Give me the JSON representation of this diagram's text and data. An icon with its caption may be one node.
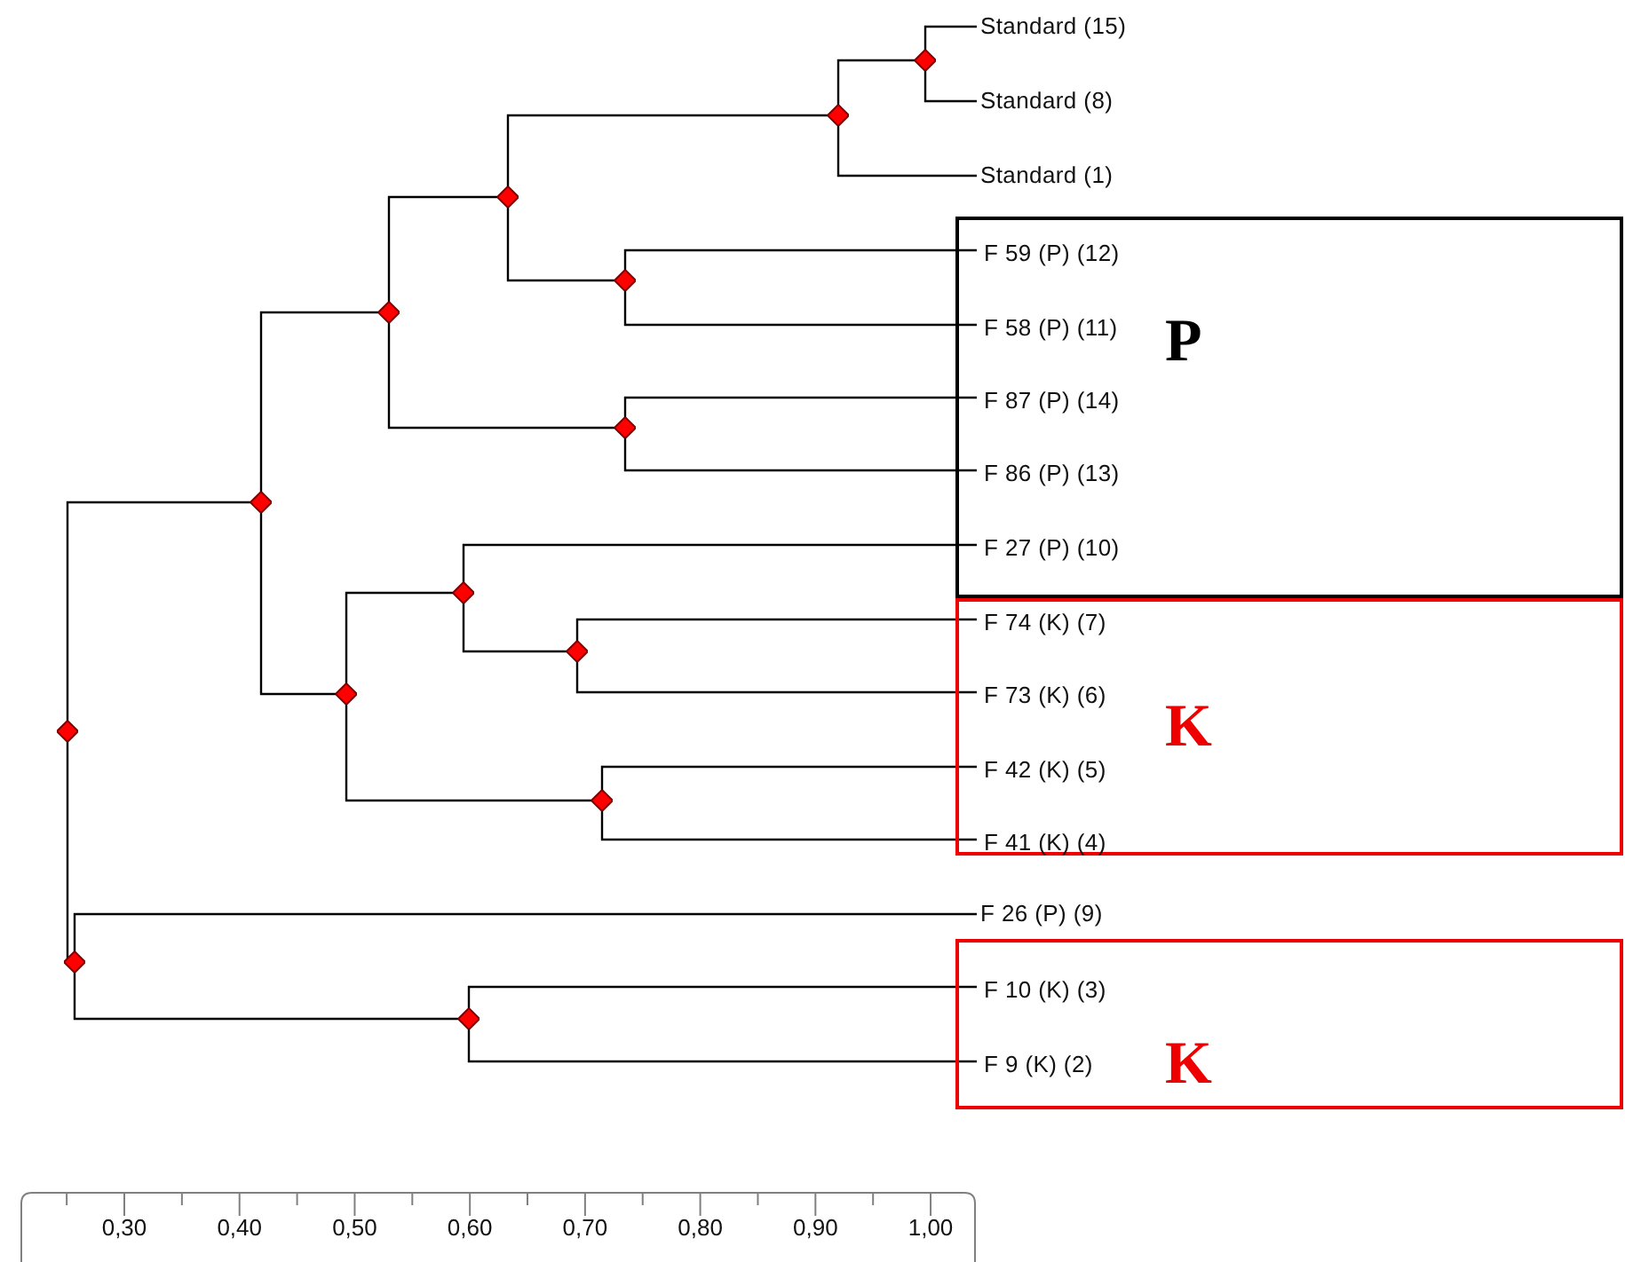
{
  "diagram": {
    "nodes": [
      {
        "text": [
          "Standard (15)"
        ]
      },
      {
        "text": [
          "Standard (8)"
        ]
      },
      {
        "text": [
          "Standard (1)"
        ]
      },
      {
        "text": [
          "P"
        ]
      },
      {
        "text": [
          "F 59 (P) (12)"
        ],
        "in": 3
      },
      {
        "text": [
          "F 58 (P) (11)"
        ],
        "in": 3
      },
      {
        "text": [
          "F 87 (P) (14)"
        ],
        "in": 3
      },
      {
        "text": [
          "F 86 (P) (13)"
        ],
        "in": 3
      },
      {
        "text": [
          "F 27 (P) (10)"
        ],
        "in": 3
      },
      {
        "text": [
          "K"
        ]
      },
      {
        "text": [
          "F 74 (K) (7)"
        ],
        "in": 9
      },
      {
        "text": [
          "F 73 (K) (6)"
        ],
        "in": 9
      },
      {
        "text": [
          "F 42 (K) (5)"
        ],
        "in": 9
      },
      {
        "text": [
          "F 41 (K) (4)"
        ],
        "in": 9
      },
      {
        "text": [
          "F 26 (P) (9)"
        ]
      },
      {
        "text": [
          "K"
        ]
      },
      {
        "text": [
          "F 10 (K) (3)"
        ],
        "in": 15
      },
      {
        "text": [
          "F 9 (K) (2)"
        ],
        "in": 15
      },
      {
        "text": [],
        "shape": "diamond"
      },
      {
        "text": [],
        "shape": "diamond"
      },
      {
        "text": [],
        "shape": "diamond"
      },
      {
        "text": [],
        "shape": "diamond"
      },
      {
        "text": [],
        "shape": "diamond"
      },
      {
        "text": [],
        "shape": "diamond"
      },
      {
        "text": [],
        "shape": "diamond"
      },
      {
        "text": [],
        "shape": "diamond"
      },
      {
        "text": [],
        "shape": "diamond"
      },
      {
        "text": [],
        "shape": "diamond"
      },
      {
        "text": [],
        "shape": "diamond"
      },
      {
        "text": [],
        "shape": "diamond"
      },
      {
        "text": [],
        "shape": "diamond"
      },
      {
        "text": [],
        "shape": "diamond"
      }
    ],
    "edges": [
      {
        "from": 18,
        "to": 20,
        "arrow": "none"
      },
      {
        "from": 18,
        "to": 19,
        "arrow": "none"
      },
      {
        "from": 20,
        "to": 22,
        "arrow": "none"
      },
      {
        "from": 20,
        "to": 21,
        "arrow": "none"
      },
      {
        "from": 22,
        "to": 25,
        "arrow": "none"
      },
      {
        "from": 22,
        "to": 29,
        "arrow": "none"
      },
      {
        "from": 25,
        "to": 30,
        "arrow": "none"
      },
      {
        "from": 25,
        "to": 28,
        "arrow": "none"
      },
      {
        "from": 30,
        "to": 31,
        "arrow": "none"
      },
      {
        "from": 30,
        "to": 2,
        "arrow": "none"
      },
      {
        "from": 31,
        "to": 0,
        "arrow": "none"
      },
      {
        "from": 31,
        "to": 1,
        "arrow": "none"
      },
      {
        "from": 28,
        "to": 4,
        "arrow": "none"
      },
      {
        "from": 28,
        "to": 5,
        "arrow": "none"
      },
      {
        "from": 29,
        "to": 6,
        "arrow": "none"
      },
      {
        "from": 29,
        "to": 7,
        "arrow": "none"
      },
      {
        "from": 21,
        "to": 23,
        "arrow": "none"
      },
      {
        "from": 21,
        "to": 27,
        "arrow": "none"
      },
      {
        "from": 23,
        "to": 8,
        "arrow": "none"
      },
      {
        "from": 23,
        "to": 26,
        "arrow": "none"
      },
      {
        "from": 26,
        "to": 10,
        "arrow": "none"
      },
      {
        "from": 26,
        "to": 11,
        "arrow": "none"
      },
      {
        "from": 27,
        "to": 12,
        "arrow": "none"
      },
      {
        "from": 27,
        "to": 13,
        "arrow": "none"
      },
      {
        "from": 19,
        "to": 14,
        "arrow": "none"
      },
      {
        "from": 19,
        "to": 24,
        "arrow": "none"
      },
      {
        "from": 24,
        "to": 16,
        "arrow": "none"
      },
      {
        "from": 24,
        "to": 17,
        "arrow": "none"
      }
    ],
    "labels": [
      "0,30",
      "0,40",
      "0,50",
      "0,60",
      "0,70",
      "0,80",
      "0,90",
      "1,00"
    ]
  }
}
